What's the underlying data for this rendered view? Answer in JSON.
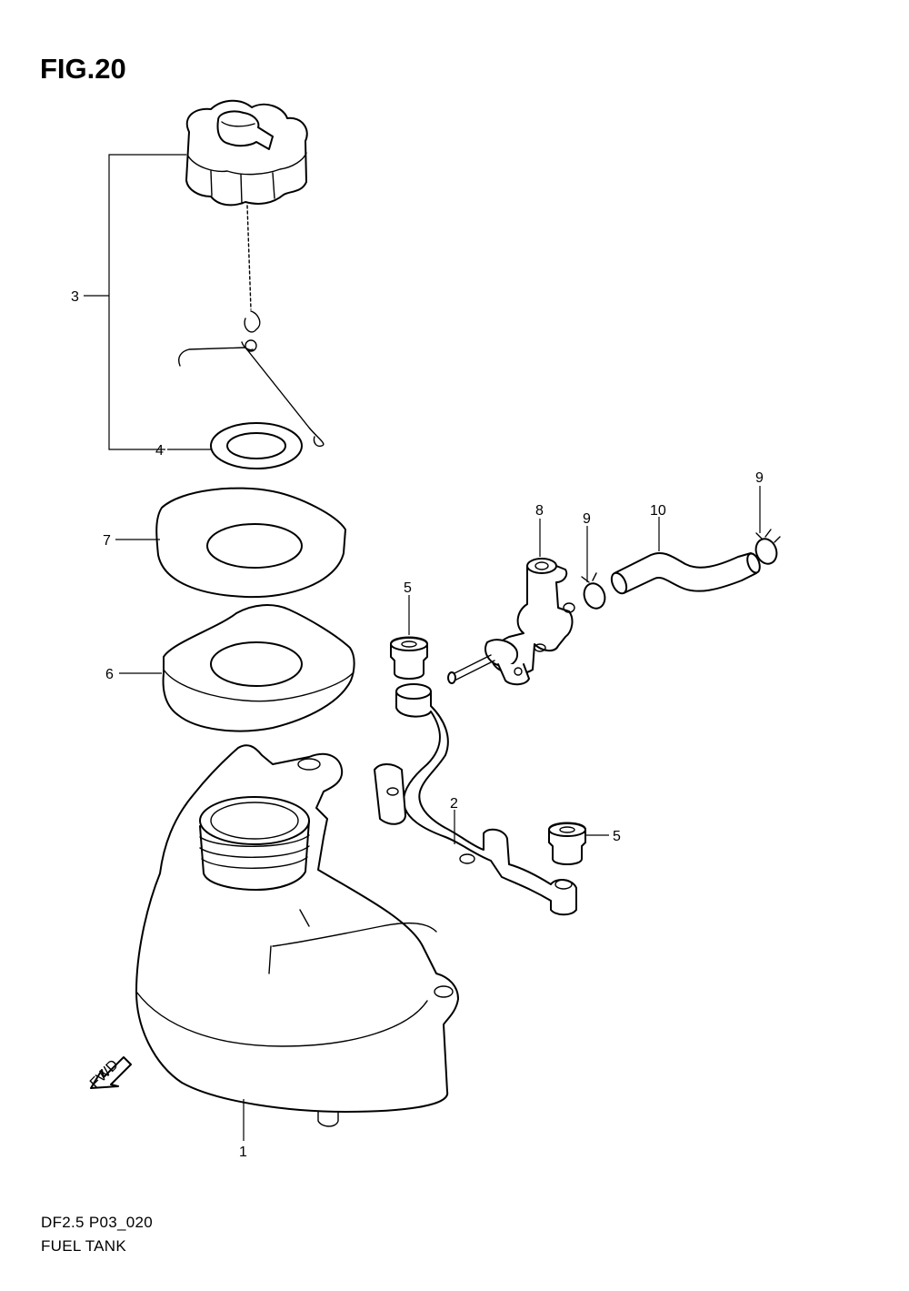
{
  "figure": {
    "title": "FIG.20",
    "code": "DF2.5 P03_020",
    "name": "FUEL TANK",
    "fwd_label": "FWD"
  },
  "callouts": {
    "c1": "1",
    "c2": "2",
    "c3": "3",
    "c4": "4",
    "c5a": "5",
    "c5b": "5",
    "c6": "6",
    "c7": "7",
    "c8": "8",
    "c9a": "9",
    "c9b": "9",
    "c10": "10"
  }
}
